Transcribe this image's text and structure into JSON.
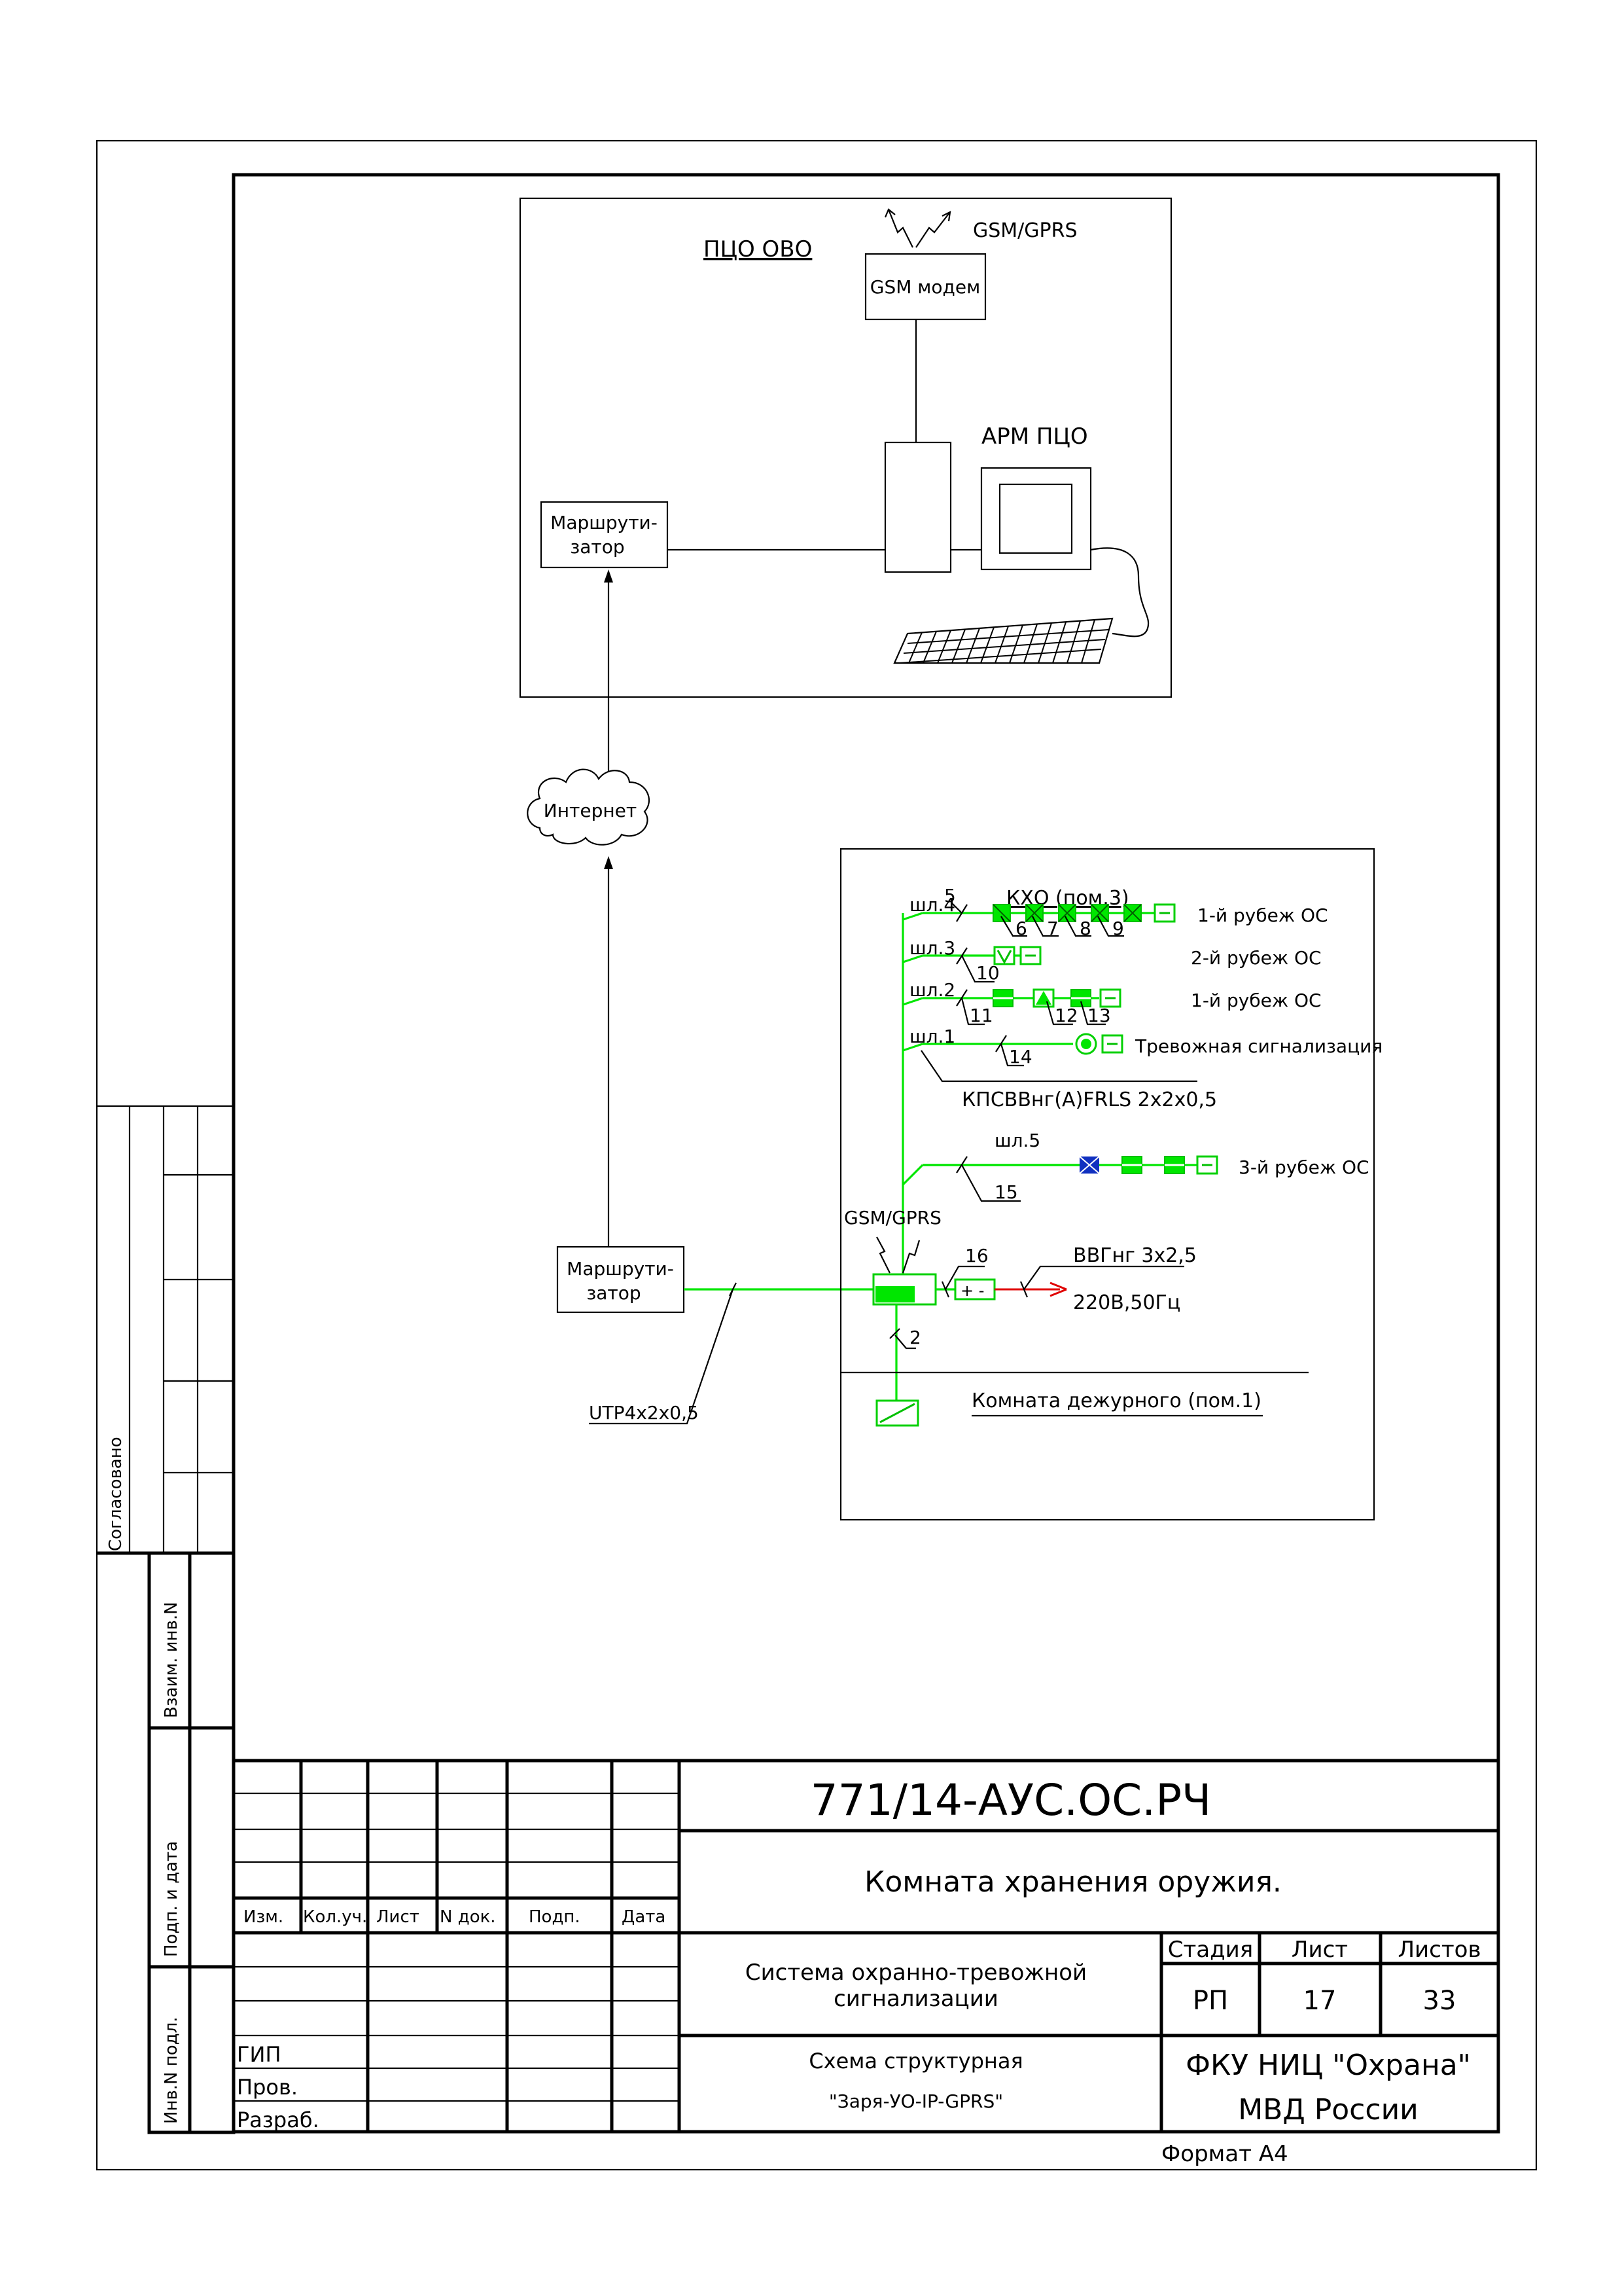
{
  "stamp": {
    "doc_code": "771/14-АУС.ОС.РЧ",
    "object_name": "Комната хранения оружия.",
    "system_name_1": "Система охранно-тревожной",
    "system_name_2": "сигнализации",
    "drawing_name_1": "Схема структурная",
    "drawing_name_2": "\"Заря-УО-IP-GPRS\"",
    "org_1": "ФКУ НИЦ \"Охрана\"",
    "org_2": "МВД России",
    "col_izm": "Изм.",
    "col_koluch": "Кол.уч.",
    "col_list": "Лист",
    "col_ndok": "N док.",
    "col_podp": "Подп.",
    "col_data": "Дата",
    "stage_label": "Стадия",
    "sheet_label": "Лист",
    "sheets_label": "Листов",
    "stage_value": "РП",
    "sheet_value": "17",
    "sheets_value": "33",
    "role_gip": "ГИП",
    "role_prov": "Пров.",
    "role_razrab": "Разраб.",
    "format": "Формат А4"
  },
  "side": {
    "agreed": "Согласовано",
    "vzaim": "Взаим. инв.N",
    "podp_data": "Подп. и дата",
    "inv_podl": "Инв.N подл."
  },
  "pco": {
    "title": "ПЦО ОВО",
    "gsm_gprs": "GSM/GPRS",
    "gsm_modem": "GSM модем",
    "arm": "АРМ ПЦО",
    "router_1": "Маршрути-",
    "router_2": "затор"
  },
  "internet": "Интернет",
  "router_obj_1": "Маршрути-",
  "router_obj_2": "затор",
  "utp_cable": "UTP4x2x0,5",
  "room": {
    "kho": "КХО (пом.3)",
    "loops": [
      "шл.4",
      "шл.3",
      "шл.2",
      "шл.1",
      "шл.5"
    ],
    "zones": [
      "1-й рубеж ОС",
      "2-й рубеж ОС",
      "1-й рубеж ОС",
      "Тревожная сигнализация",
      "3-й рубеж ОС"
    ],
    "cable_signal": "КПСВВнг(А)FRLS 2х2х0,5",
    "panel_gsm": "GSM/GPRS",
    "power_cable": "ВВГнг 3х2,5",
    "mains": "220В,50Гц",
    "duty_room": "Комната дежурного (пом.1)",
    "positions": [
      "2",
      "5",
      "6",
      "7",
      "8",
      "9",
      "10",
      "11",
      "12",
      "13",
      "14",
      "15",
      "16"
    ]
  }
}
